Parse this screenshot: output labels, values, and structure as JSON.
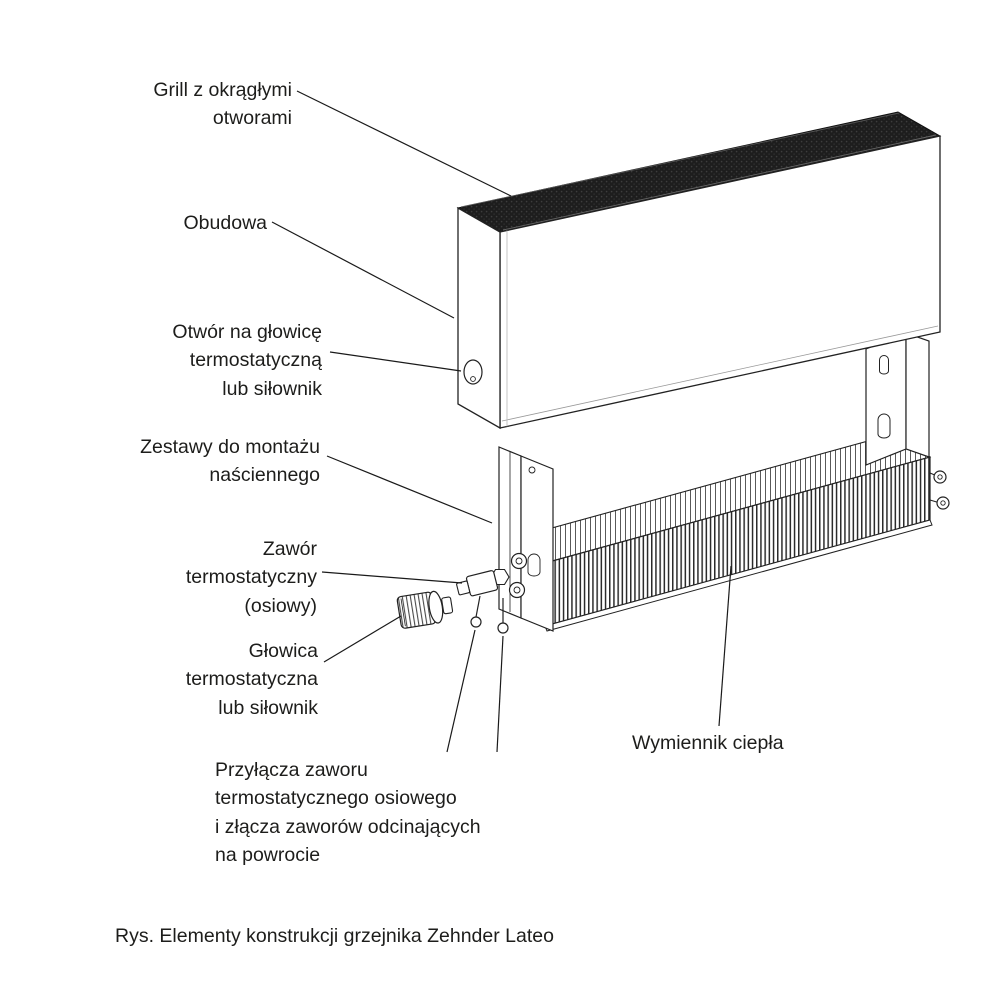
{
  "page": {
    "background": "#ffffff",
    "ink": "#1d1d1b",
    "grill_fill": "#1d1d1d"
  },
  "diagram": {
    "caption": "Rys. Elementy konstrukcji grzejnika Zehnder Lateo",
    "labels": {
      "grill": "Grill z okrągłymi\notworami",
      "obudowa": "Obudowa",
      "otwor_na_glowice": "Otwór na głowicę\ntermostatyczną\nlub siłownik",
      "zestawy_montazowe": "Zestawy do montażu\nnaściennego",
      "zawor_termostatyczny": "Zawór\ntermostatyczny\n(osiowy)",
      "glowica_termostatyczna": "Głowica\ntermostatyczna\nlub siłownik",
      "przylacza": "Przyłącza zaworu\ntermostatycznego osiowego\ni złącza zaworów odcinających\nna powrocie",
      "wymiennik_ciepla": "Wymiennik ciepła"
    }
  }
}
